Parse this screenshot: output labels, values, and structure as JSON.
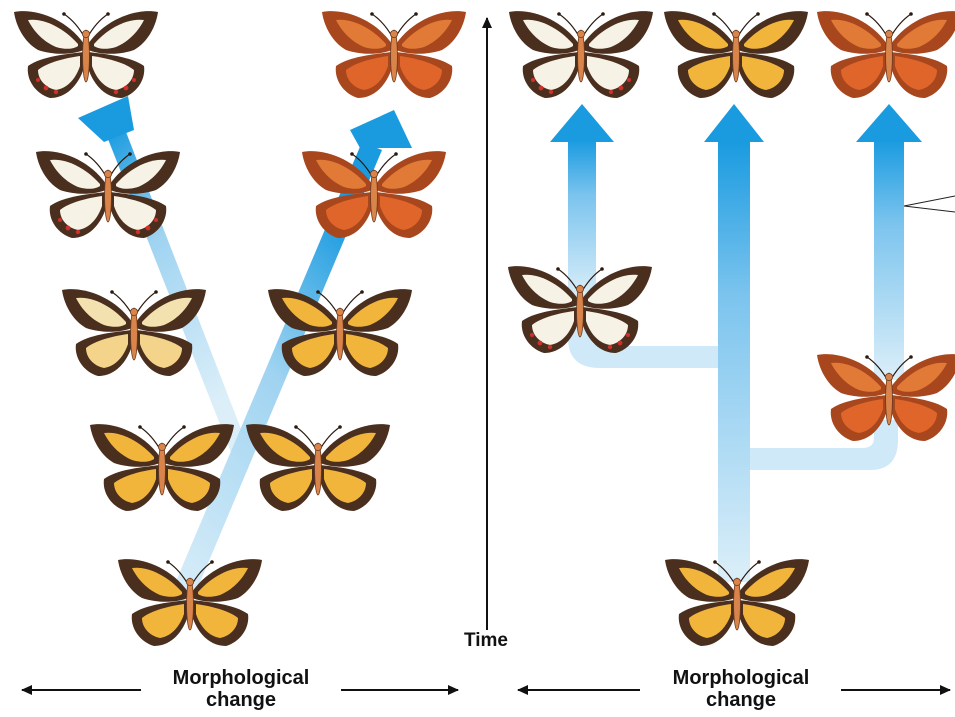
{
  "labels": {
    "time": "Time",
    "left_axis": {
      "line1": "Morphological",
      "line2": "change"
    },
    "right_axis": {
      "line1": "Morphological",
      "line2": "change"
    }
  },
  "colors": {
    "arrow_top": "#1a9be0",
    "arrow_bottom": "#d4ecf9",
    "wing_white": "#f6f2e6",
    "wing_dark": "#4a2e1e",
    "wing_yellow": "#f2b53c",
    "wing_orange": "#e07a36",
    "wing_red_orange": "#e0652a",
    "spot_red": "#d0302a",
    "body": "#d8844a",
    "axis": "#111111"
  },
  "butterflies": [
    {
      "name": "butterfly-left-top-white",
      "pattern": "white"
    },
    {
      "name": "butterfly-left-top-orange",
      "pattern": "orange"
    },
    {
      "name": "butterfly-left-row2-white",
      "pattern": "white"
    },
    {
      "name": "butterfly-left-row2-orange",
      "pattern": "orange"
    },
    {
      "name": "butterfly-left-row3-white",
      "pattern": "cream"
    },
    {
      "name": "butterfly-left-row3-orange",
      "pattern": "yellow"
    },
    {
      "name": "butterfly-left-row4-left",
      "pattern": "yellow"
    },
    {
      "name": "butterfly-left-row4-right",
      "pattern": "yellow"
    },
    {
      "name": "butterfly-left-ancestor",
      "pattern": "yellow"
    },
    {
      "name": "butterfly-right-top-white",
      "pattern": "white"
    },
    {
      "name": "butterfly-right-top-yellow",
      "pattern": "yellow"
    },
    {
      "name": "butterfly-right-top-orange",
      "pattern": "orange"
    },
    {
      "name": "butterfly-right-mid-white",
      "pattern": "white"
    },
    {
      "name": "butterfly-right-mid-orange",
      "pattern": "orange"
    },
    {
      "name": "butterfly-right-ancestor",
      "pattern": "yellow"
    }
  ]
}
